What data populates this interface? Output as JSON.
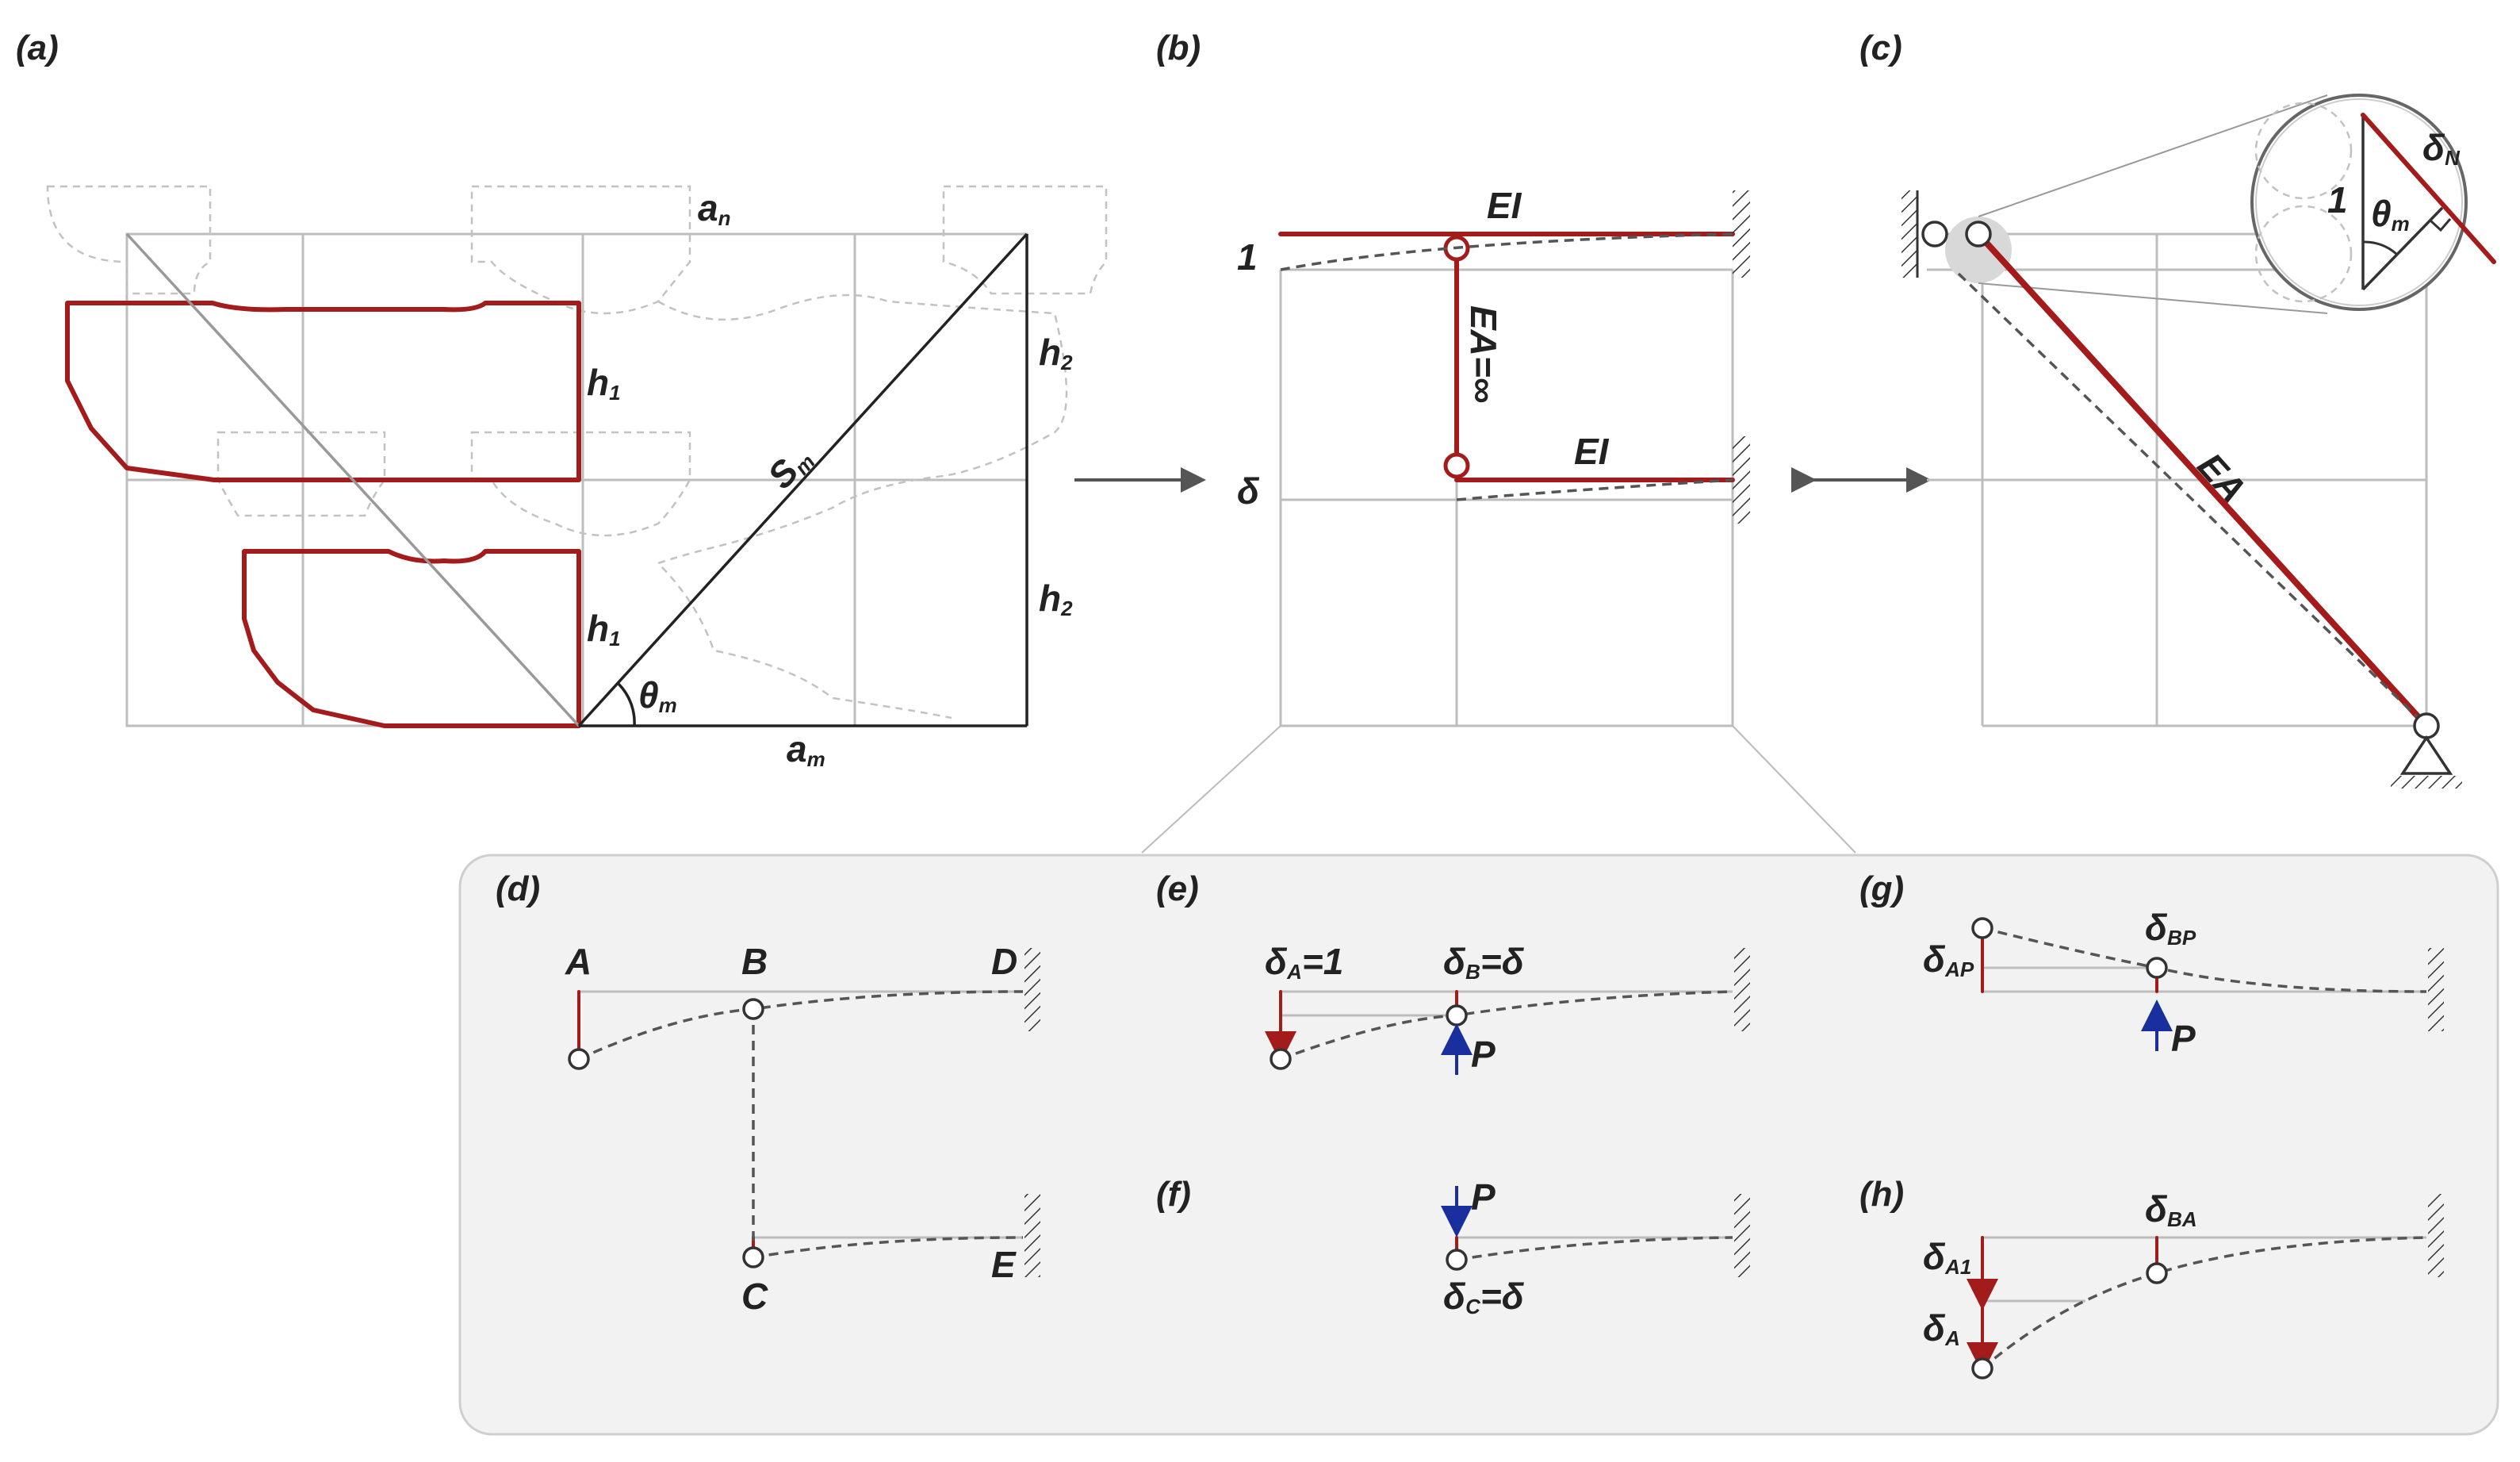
{
  "panels": {
    "a": "(a)",
    "b": "(b)",
    "c": "(c)",
    "d": "(d)",
    "e": "(e)",
    "f": "(f)",
    "g": "(g)",
    "h": "(h)"
  },
  "labels_a": {
    "a_n": "a",
    "a_n_sub": "n",
    "h1_upper": "h",
    "h1_upper_sub": "1",
    "h1_lower": "h",
    "h1_lower_sub": "1",
    "h2_upper": "h",
    "h2_upper_sub": "2",
    "h2_lower": "h",
    "h2_lower_sub": "2",
    "s_m": "S",
    "s_m_sub": "m",
    "theta": "θ",
    "theta_sub": "m",
    "a_m": "a",
    "a_m_sub": "m"
  },
  "labels_b": {
    "one": "1",
    "delta": "δ",
    "ei_top": "EI",
    "ei_bottom": "EI",
    "ea_inf": "EA=∞"
  },
  "labels_c": {
    "ea": "EA",
    "inset_one": "1",
    "inset_delta": "δ",
    "inset_delta_sub": "N",
    "inset_theta": "θ",
    "inset_theta_sub": "m"
  },
  "labels_d": {
    "A": "A",
    "B": "B",
    "C": "C",
    "D": "D",
    "E": "E"
  },
  "labels_e": {
    "dA": "δ",
    "dA_sub": "A",
    "dA_val": "=1",
    "dB": "δ",
    "dB_sub": "B",
    "dB_val": "=δ",
    "P": "P"
  },
  "labels_f": {
    "P": "P",
    "dC": "δ",
    "dC_sub": "C",
    "dC_val": "=δ"
  },
  "labels_g": {
    "dAP": "δ",
    "dAP_sub": "AP",
    "dBP": "δ",
    "dBP_sub": "BP",
    "P": "P"
  },
  "labels_h": {
    "dA1": "δ",
    "dA1_sub": "A1",
    "dA": "δ",
    "dA_sub": "A",
    "dBA": "δ",
    "dBA_sub": "BA"
  },
  "colors": {
    "member": "#a31b1b",
    "load": "#1a2f9e",
    "grid": "#bdbdbd",
    "panel_bg": "#f2f2f2"
  }
}
